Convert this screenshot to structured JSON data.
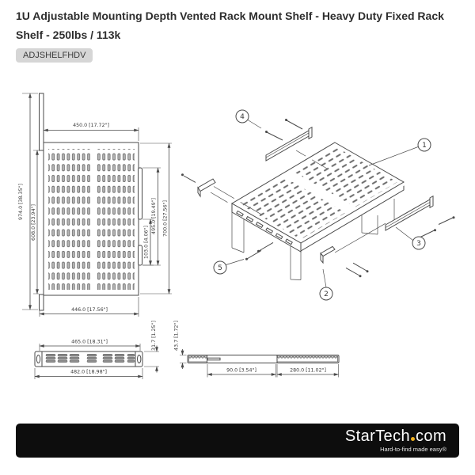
{
  "header": {
    "title": "1U Adjustable Mounting Depth Vented Rack Mount Shelf - Heavy Duty Fixed Rack Shelf - 250lbs / 113k",
    "sku": "ADJSHELFHDV"
  },
  "views": {
    "top": {
      "dim_width_top": "450.0 [17.72\"]",
      "dim_height_outer": "974.0 [38.35\"]",
      "dim_height_inner": "608.0 [23.94\"]",
      "dim_slot": "103.0 [4.06\"]",
      "dim_rail": "495.0 [19.49\"]",
      "dim_depth": "700.0 [27.56\"]",
      "dim_width_bottom": "446.0 [17.56\"]"
    },
    "front": {
      "dim_width_inner": "465.0 [18.31\"]",
      "dim_width_outer": "482.0 [18.98\"]",
      "dim_height": "31.7 [1.25\"]"
    },
    "side": {
      "dim_height": "43.7 [1.72\"]",
      "dim_bracket": "90.0 [3.54\"]",
      "dim_rail": "280.0 [11.02\"]"
    },
    "iso": {
      "callout_1": "1",
      "callout_2": "2",
      "callout_3": "3",
      "callout_4": "4",
      "callout_5": "5"
    }
  },
  "logo": {
    "brand_head": "StarTech",
    "brand_tail": "com",
    "tagline": "Hard-to-find made easy®"
  },
  "colors": {
    "line": "#4a4a4a",
    "accent_dot": "#f0b01e",
    "logo_bg": "#0d0d0d",
    "badge_bg": "#d6d6d6"
  }
}
